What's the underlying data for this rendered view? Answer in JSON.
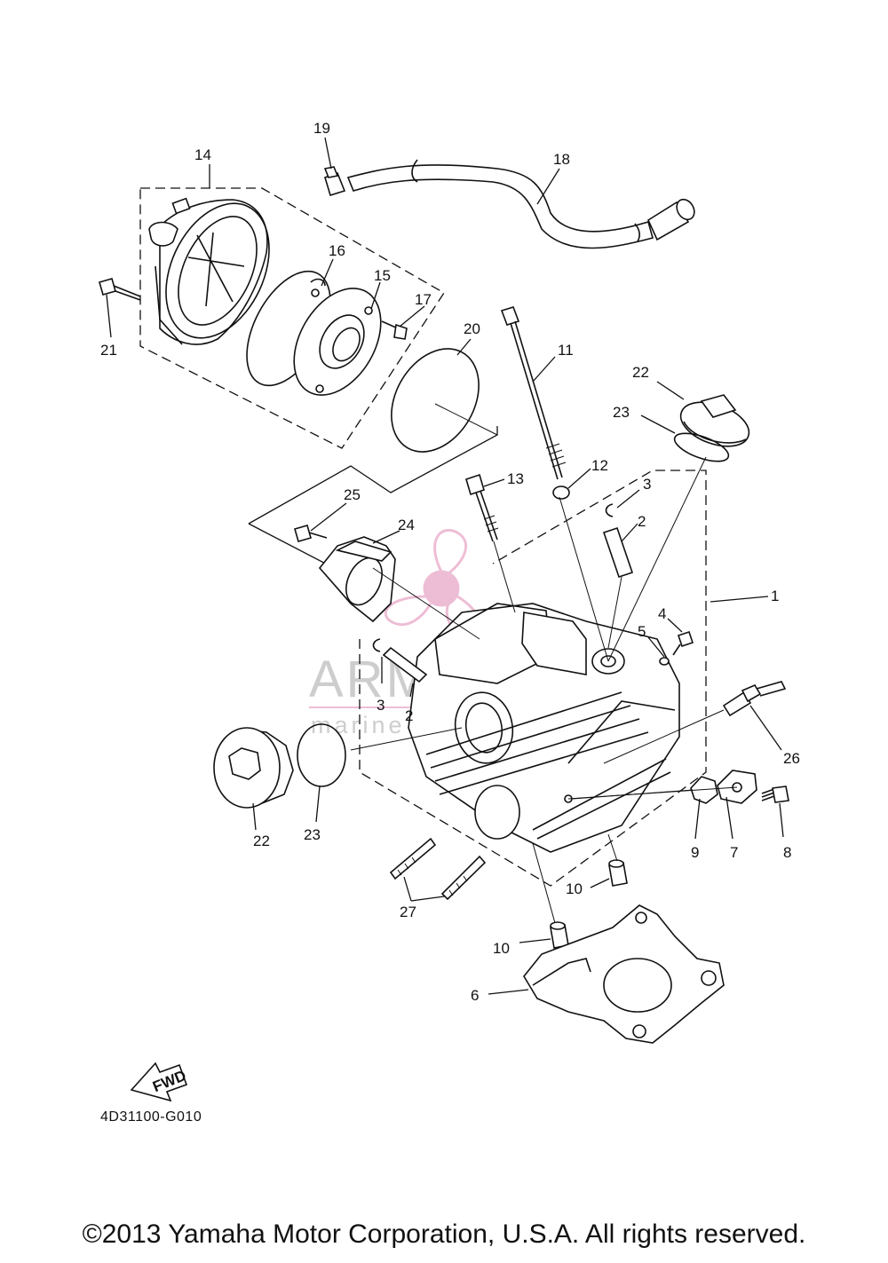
{
  "diagram": {
    "reference_code": "4D31100-G010",
    "fwd_label": "FWD",
    "copyright": "©2013 Yamaha Motor Corporation, U.S.A. All rights reserved.",
    "watermark": {
      "brand": "ARMADA",
      "tagline": "marine outboards",
      "color": "#e8a8c8"
    },
    "callouts": [
      {
        "id": "c1",
        "text": "1"
      },
      {
        "id": "c2a",
        "text": "2"
      },
      {
        "id": "c2b",
        "text": "2"
      },
      {
        "id": "c3a",
        "text": "3"
      },
      {
        "id": "c3b",
        "text": "3"
      },
      {
        "id": "c4",
        "text": "4"
      },
      {
        "id": "c5",
        "text": "5"
      },
      {
        "id": "c6",
        "text": "6"
      },
      {
        "id": "c7",
        "text": "7"
      },
      {
        "id": "c8",
        "text": "8"
      },
      {
        "id": "c9",
        "text": "9"
      },
      {
        "id": "c10a",
        "text": "10"
      },
      {
        "id": "c10b",
        "text": "10"
      },
      {
        "id": "c11",
        "text": "11"
      },
      {
        "id": "c12",
        "text": "12"
      },
      {
        "id": "c13",
        "text": "13"
      },
      {
        "id": "c14",
        "text": "14"
      },
      {
        "id": "c15",
        "text": "15"
      },
      {
        "id": "c16",
        "text": "16"
      },
      {
        "id": "c17",
        "text": "17"
      },
      {
        "id": "c18",
        "text": "18"
      },
      {
        "id": "c19",
        "text": "19"
      },
      {
        "id": "c20",
        "text": "20"
      },
      {
        "id": "c21",
        "text": "21"
      },
      {
        "id": "c22a",
        "text": "22"
      },
      {
        "id": "c22b",
        "text": "22"
      },
      {
        "id": "c23a",
        "text": "23"
      },
      {
        "id": "c23b",
        "text": "23"
      },
      {
        "id": "c24",
        "text": "24"
      },
      {
        "id": "c25",
        "text": "25"
      },
      {
        "id": "c26",
        "text": "26"
      },
      {
        "id": "c27",
        "text": "27"
      }
    ]
  }
}
